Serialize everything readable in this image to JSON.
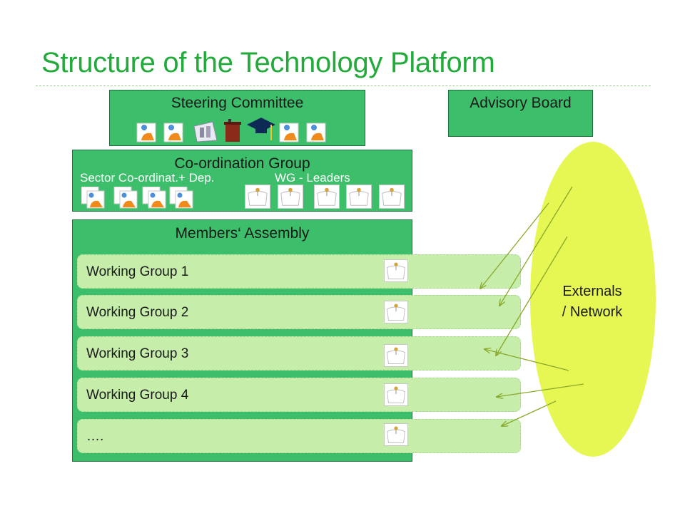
{
  "title": "Structure of the Technology Platform",
  "steering": {
    "label": "Steering Committee",
    "icons": [
      "person-icon",
      "person-icon",
      "building-icon",
      "lectern-icon",
      "graduation-cap-icon",
      "person-icon",
      "person-icon"
    ]
  },
  "advisory": {
    "label": "Advisory Board"
  },
  "coordination": {
    "label": "Co-ordination Group",
    "sector_label": "Sector Co-ordinat.+ Dep.",
    "wg_label": "WG - Leaders"
  },
  "assembly": {
    "label": "Members‘ Assembly"
  },
  "working_groups": [
    {
      "label": "Working Group 1"
    },
    {
      "label": "Working Group 2"
    },
    {
      "label": "Working Group 3"
    },
    {
      "label": "Working Group 4"
    },
    {
      "label": "…."
    }
  ],
  "externals": {
    "line1": "Externals",
    "line2": "/ Network"
  },
  "colors": {
    "title": "#22aa3a",
    "box_fill": "#3cbe6a",
    "working_group_fill": "#c6edaa",
    "externals_fill": "#e6f653",
    "arrow": "#8aa82a"
  }
}
